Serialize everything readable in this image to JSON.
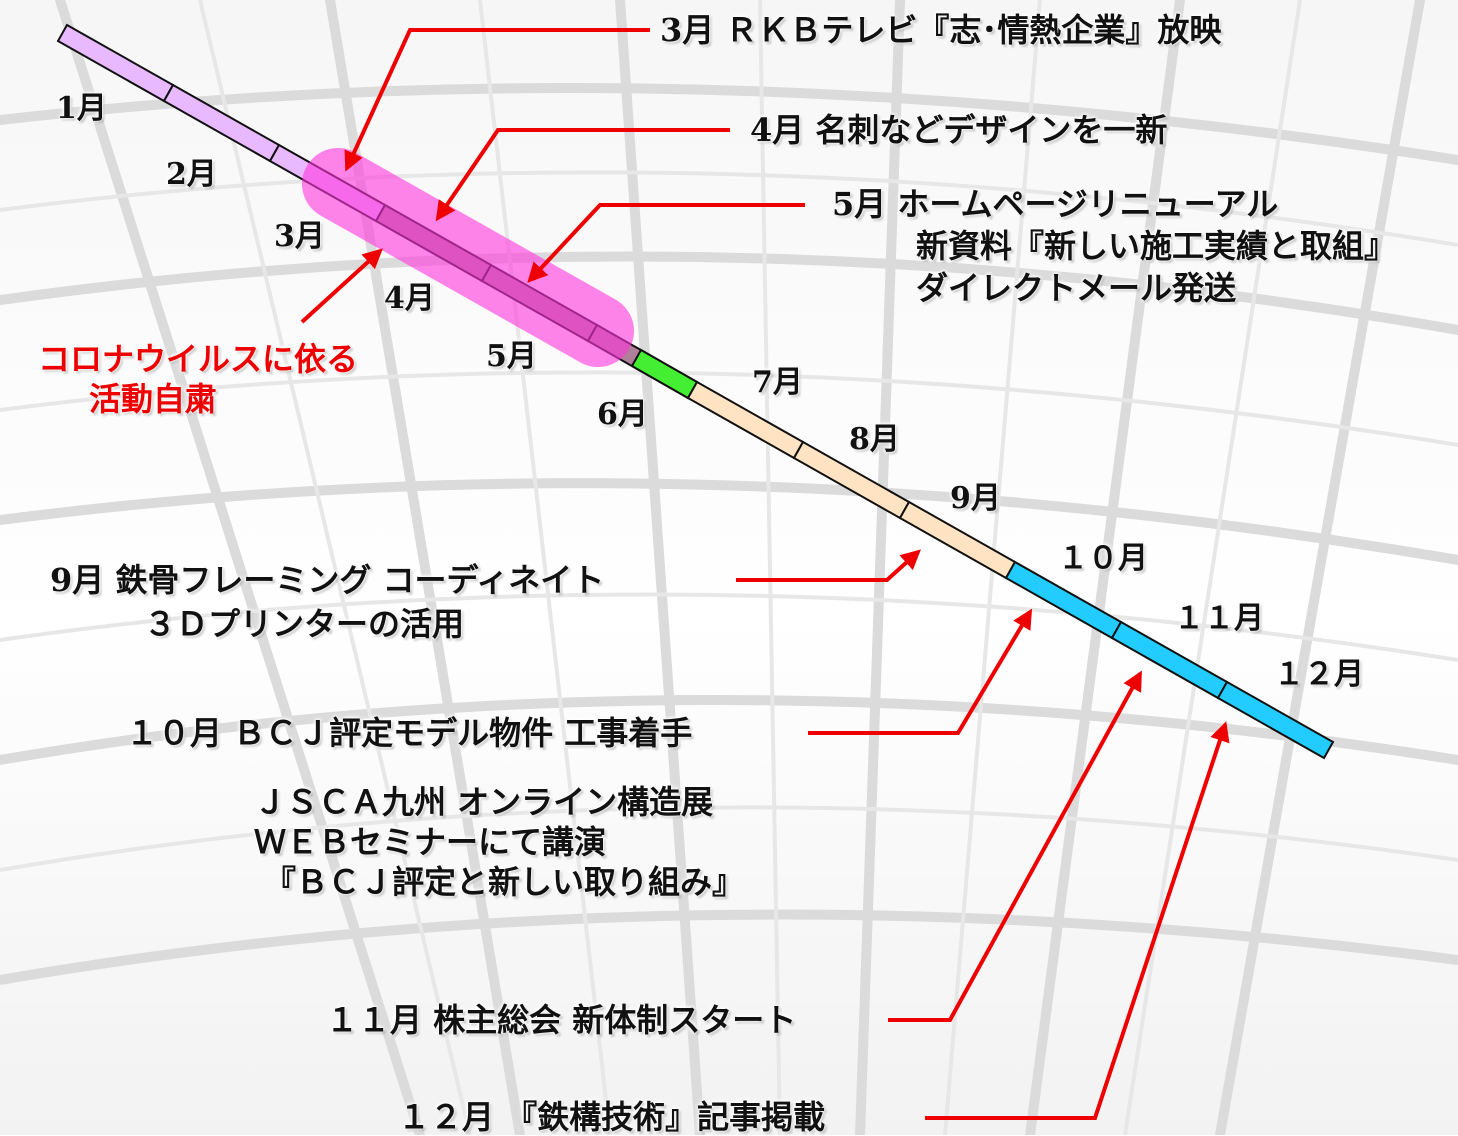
{
  "colors": {
    "jan_mar": "#e8b9ff",
    "apr_may": "#b0809a",
    "jun": "#44ee33",
    "jul_sep": "#ffe3c2",
    "oct_dec": "#22ccff",
    "highlight": "#ff33dd",
    "arrow": "#ee0000"
  },
  "months": {
    "m1": "1月",
    "m2": "2月",
    "m3": "3月",
    "m4": "4月",
    "m5": "5月",
    "m6": "6月",
    "m7": "7月",
    "m8": "8月",
    "m9": "9月",
    "m10": "１０月",
    "m11": "１１月",
    "m12": "１２月"
  },
  "events": {
    "mar": "3月 ＲＫＢテレビ『志･情熱企業』放映",
    "apr": "4月 名刺などデザインを一新",
    "may_1": "5月 ホームページリニューアル",
    "may_2": "新資料『新しい施工実績と取組』",
    "may_3": "ダイレクトメール発送",
    "covid_1": "コロナウイルスに依る",
    "covid_2": "活動自粛",
    "sep_1": "9月 鉄骨フレーミング コーディネイト",
    "sep_2": "３Ｄプリンターの活用",
    "oct": "１０月 ＢＣＪ評定モデル物件 工事着手",
    "jsca_1": "ＪＳＣＡ九州 オンライン構造展",
    "jsca_2": "ＷＥＢセミナーにて講演",
    "jsca_3": "『ＢＣＪ評定と新しい取り組み』",
    "nov": "１１月 株主総会 新体制スタート",
    "dec": "１２月 『鉄構技術』記事掲載"
  }
}
